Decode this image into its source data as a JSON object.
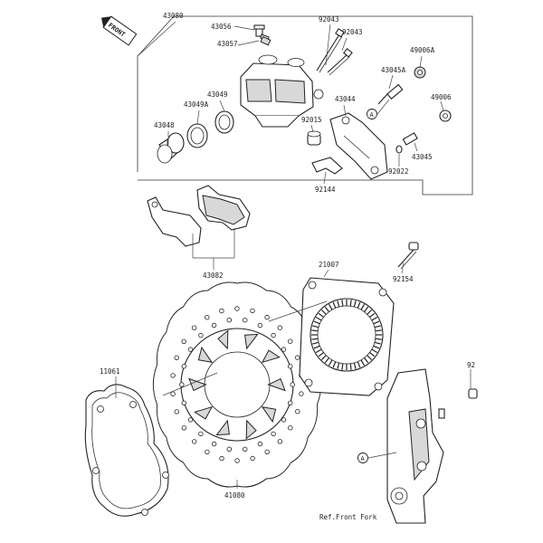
{
  "badge": {
    "front": "FRONT"
  },
  "ref_a": "A",
  "labels": {
    "p43080": "43080",
    "p43056": "43056",
    "p43057": "43057",
    "p92043a": "92043",
    "p92043b": "92043",
    "p49006a": "49006A",
    "p43045a": "43045A",
    "p49006": "49006",
    "p43049": "43049",
    "p43049a": "43049A",
    "p43044": "43044",
    "p43048": "43048",
    "p92015": "92015",
    "p43045": "43045",
    "p92022": "92022",
    "p92144": "92144",
    "p43082": "43082",
    "p21007": "21007",
    "p92154": "92154",
    "p11061": "11061",
    "p92cut": "92",
    "p41080": "41080",
    "ref_fork": "Ref.Front Fork"
  }
}
